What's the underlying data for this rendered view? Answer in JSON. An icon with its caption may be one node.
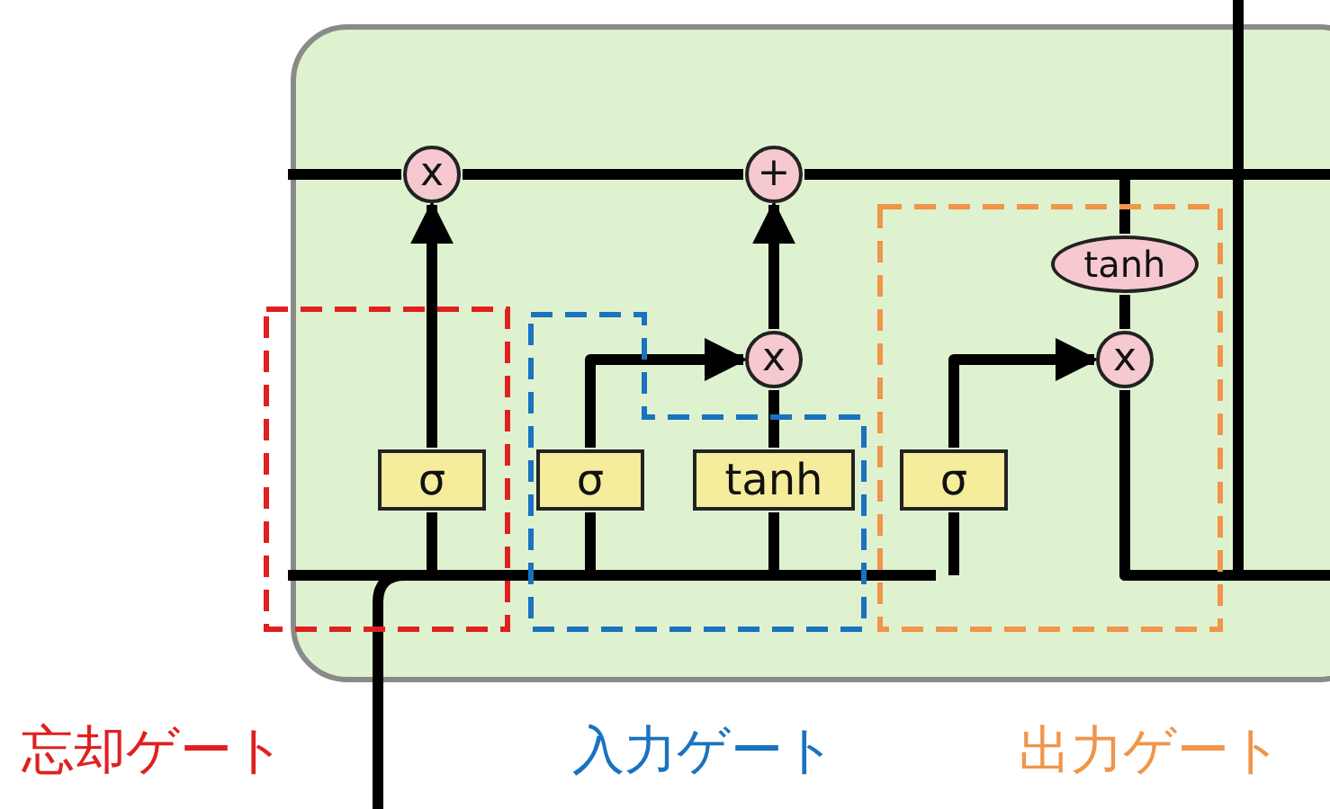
{
  "diagram": {
    "nodes": [
      {
        "text": [
          "x"
        ]
      },
      {
        "text": [
          "+"
        ]
      },
      {
        "text": [
          "x"
        ]
      },
      {
        "text": [
          "tanh"
        ]
      },
      {
        "text": [
          "x"
        ]
      },
      {
        "text": [
          "σ"
        ]
      },
      {
        "text": [
          "σ"
        ]
      },
      {
        "text": [
          "tanh"
        ]
      },
      {
        "text": [
          "σ"
        ]
      }
    ],
    "edges": [
      {
        "from": 5,
        "to": 0,
        "arrow": "to"
      },
      {
        "from": 6,
        "to": 2,
        "arrow": "to"
      },
      {
        "from": 7,
        "to": 2,
        "arrow": "none"
      },
      {
        "from": 2,
        "to": 1,
        "arrow": "to"
      },
      {
        "from": 8,
        "to": 4,
        "arrow": "to"
      },
      {
        "from": 0,
        "to": 1,
        "arrow": "none"
      },
      {
        "from": 1,
        "to": 3,
        "arrow": "none"
      },
      {
        "from": 1,
        "to": null,
        "arrow": "none"
      },
      {
        "from": 3,
        "to": 4,
        "arrow": "none"
      },
      {
        "from": 4,
        "to": null,
        "arrow": "none"
      },
      {
        "from": null,
        "to": 5,
        "arrow": "none"
      },
      {
        "from": null,
        "to": 6,
        "arrow": "none"
      },
      {
        "from": null,
        "to": 7,
        "arrow": "none"
      },
      {
        "from": null,
        "to": 8,
        "arrow": "none"
      },
      {
        "from": null,
        "to": 0,
        "arrow": "none"
      },
      {
        "from": 4,
        "to": null,
        "arrow": "none"
      }
    ],
    "labels": [
      "忘却ゲート",
      "入力ゲート",
      "出力ゲート"
    ]
  }
}
